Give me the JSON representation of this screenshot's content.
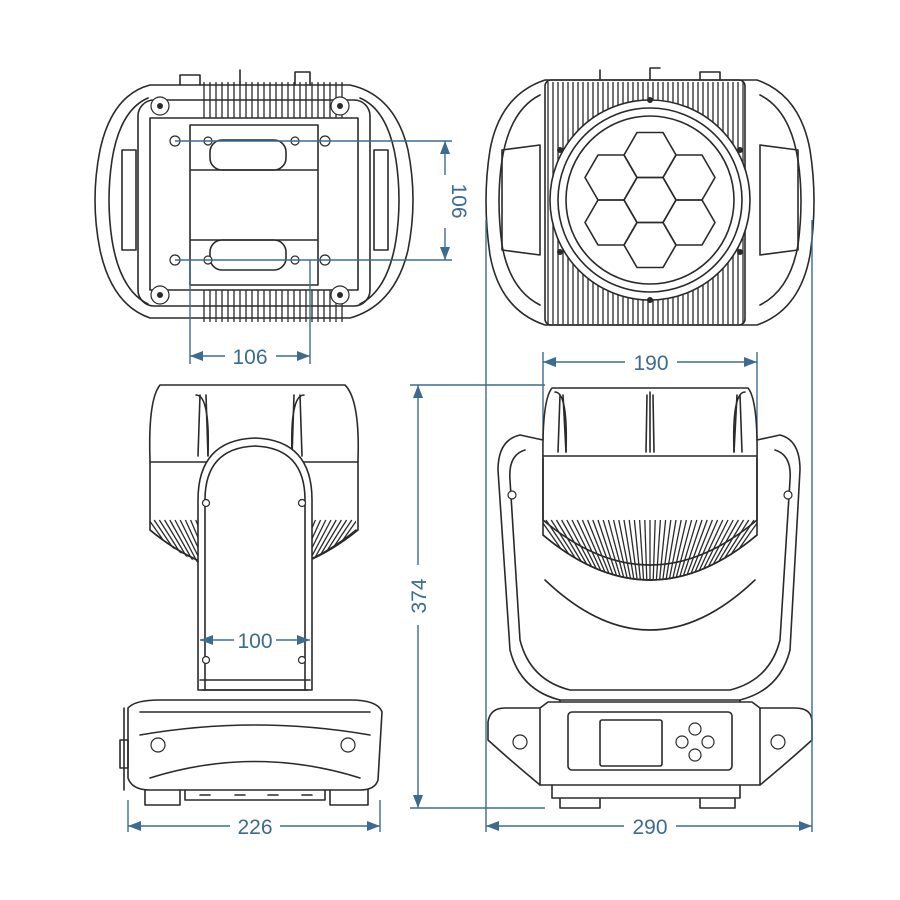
{
  "dimensions": {
    "mount_vertical": "106",
    "mount_horizontal": "106",
    "lens_width": "190",
    "total_height": "374",
    "yoke_width": "100",
    "depth": "226",
    "width": "290"
  },
  "colors": {
    "outline": "#2a2a2a",
    "dimension": "#3d6b8f",
    "background": "#ffffff"
  }
}
